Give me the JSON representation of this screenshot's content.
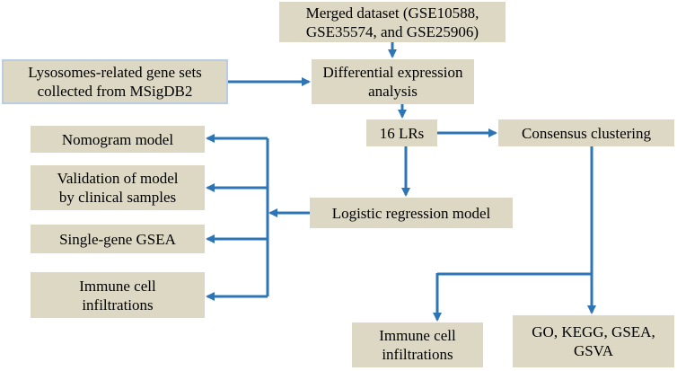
{
  "diagram": {
    "nodes": {
      "merged_dataset": {
        "lines": [
          "Merged dataset (GSE10588,",
          "GSE35574, and GSE25906)"
        ]
      },
      "lysosome_gene_sets": {
        "lines": [
          "Lysosomes-related gene sets",
          "collected from MSigDB2"
        ]
      },
      "differential_expression": {
        "lines": [
          "Differential expression",
          "analysis"
        ]
      },
      "lrs": {
        "lines": [
          "16 LRs"
        ]
      },
      "consensus_clustering": {
        "lines": [
          "Consensus clustering"
        ]
      },
      "nomogram": {
        "lines": [
          "Nomogram model"
        ]
      },
      "validation": {
        "lines": [
          "Validation of model",
          "by clinical samples"
        ]
      },
      "single_gene_gsea": {
        "lines": [
          "Single-gene GSEA"
        ]
      },
      "immune_left": {
        "lines": [
          "Immune cell",
          "infiltrations"
        ]
      },
      "logistic_regression": {
        "lines": [
          "Logistic regression model"
        ]
      },
      "immune_bottom": {
        "lines": [
          "Immune cell",
          "infiltrations"
        ]
      },
      "enrichment": {
        "lines": [
          "GO, KEGG, GSEA,",
          "GSVA"
        ]
      }
    },
    "colors": {
      "box_fill": "#ddd8c4",
      "arrow": "#2e75b6",
      "box_outline": "#b8cce4"
    }
  }
}
